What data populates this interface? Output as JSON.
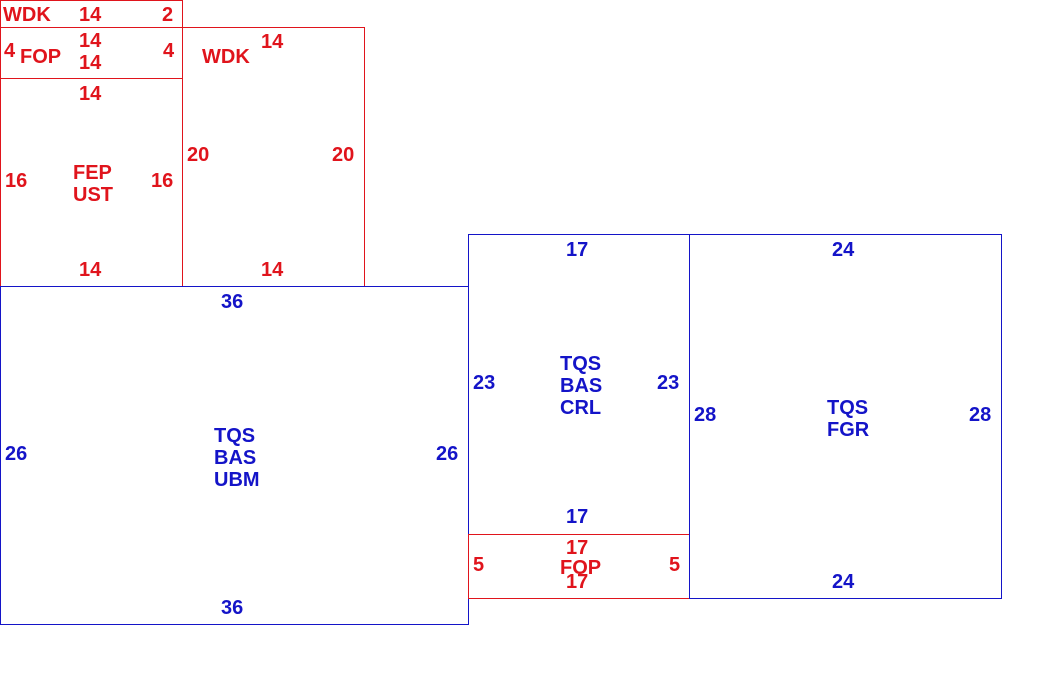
{
  "colors": {
    "red": "#e0141c",
    "blue": "#1414c8"
  },
  "panels": {
    "wdk_small": {
      "name": [
        "WDK"
      ],
      "top": "14",
      "right": "2",
      "color": "red"
    },
    "fop_small": {
      "name": [
        "FOP"
      ],
      "top": "14",
      "bottom": "14",
      "left": "4",
      "right": "4",
      "color": "red"
    },
    "fep_ust": {
      "name": [
        "FEP",
        "UST"
      ],
      "top": "14",
      "bottom": "14",
      "left": "16",
      "right": "16",
      "color": "red"
    },
    "wdk_large": {
      "name": [
        "WDK"
      ],
      "top": "14",
      "bottom": "14",
      "left": "20",
      "right": "20",
      "color": "red"
    },
    "tqs_bas_ubm": {
      "name": [
        "TQS",
        "BAS",
        "UBM"
      ],
      "top": "36",
      "bottom": "36",
      "left": "26",
      "right": "26",
      "color": "blue"
    },
    "tqs_bas_crl": {
      "name": [
        "TQS",
        "BAS",
        "CRL"
      ],
      "top": "17",
      "bottom": "17",
      "left": "23",
      "right": "23",
      "color": "blue"
    },
    "fop_bottom": {
      "name": [
        "FOP"
      ],
      "top": "17",
      "bottom": "17",
      "left": "5",
      "right": "5",
      "color": "red"
    },
    "tqs_fgr": {
      "name": [
        "TQS",
        "FGR"
      ],
      "top": "24",
      "bottom": "24",
      "left": "28",
      "right": "28",
      "color": "blue"
    }
  }
}
